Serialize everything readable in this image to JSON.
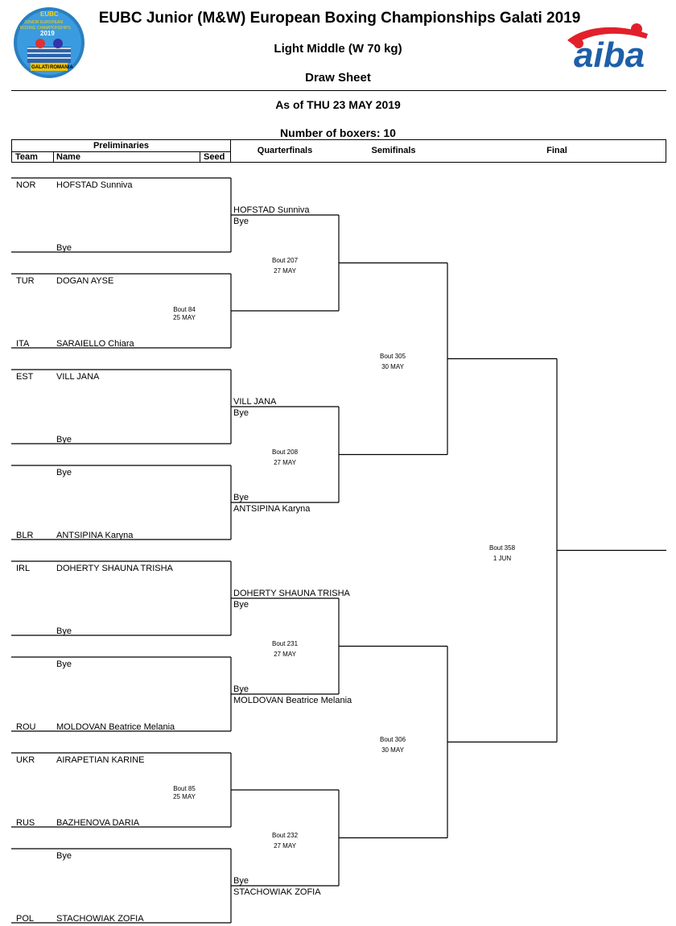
{
  "header": {
    "title": "EUBC Junior (M&W) European Boxing Championships Galati 2019",
    "category": "Light Middle (W 70 kg)",
    "sheet": "Draw Sheet",
    "as_of": "As of THU 23 MAY 2019",
    "boxers": "Number of boxers: 10",
    "logo_left_text": [
      "EUBC",
      "JUNIOR EUROPEAN",
      "BOXING CHAMPIONSHIPS",
      "2019",
      "GALATI",
      "ROMANIA"
    ],
    "logo_right_text": "aiba"
  },
  "columns": {
    "preliminaries": "Preliminaries",
    "team": "Team",
    "name": "Name",
    "seed": "Seed",
    "quarterfinals": "Quarterfinals",
    "semifinals": "Semifinals",
    "final": "Final"
  },
  "entries": [
    {
      "team": "NOR",
      "name": "HOFSTAD Sunniva"
    },
    {
      "team": "",
      "name": "Bye"
    },
    {
      "team": "TUR",
      "name": "DOGAN AYSE"
    },
    {
      "team": "ITA",
      "name": "SARAIELLO Chiara"
    },
    {
      "team": "EST",
      "name": "VILL JANA"
    },
    {
      "team": "",
      "name": "Bye"
    },
    {
      "team": "",
      "name": "Bye"
    },
    {
      "team": "BLR",
      "name": "ANTSIPINA Karyna"
    },
    {
      "team": "IRL",
      "name": "DOHERTY SHAUNA TRISHA"
    },
    {
      "team": "",
      "name": "Bye"
    },
    {
      "team": "",
      "name": "Bye"
    },
    {
      "team": "ROU",
      "name": "MOLDOVAN Beatrice Melania"
    },
    {
      "team": "UKR",
      "name": "AIRAPETIAN KARINE"
    },
    {
      "team": "RUS",
      "name": "BAZHENOVA DARIA"
    },
    {
      "team": "",
      "name": "Bye"
    },
    {
      "team": "POL",
      "name": "STACHOWIAK ZOFIA"
    }
  ],
  "prelim_bouts": [
    {
      "bout": "",
      "date": ""
    },
    {
      "bout": "Bout 84",
      "date": "25 MAY"
    },
    {
      "bout": "",
      "date": ""
    },
    {
      "bout": "",
      "date": ""
    },
    {
      "bout": "",
      "date": ""
    },
    {
      "bout": "",
      "date": ""
    },
    {
      "bout": "Bout 85",
      "date": "25 MAY"
    },
    {
      "bout": "",
      "date": ""
    }
  ],
  "quarterfinals": [
    {
      "top": "HOFSTAD Sunniva",
      "top_sub": "Bye",
      "bottom_sub": "",
      "bottom": "",
      "bout": "Bout 207",
      "date": "27 MAY"
    },
    {
      "top": "VILL JANA",
      "top_sub": "Bye",
      "bottom_sub": "Bye",
      "bottom": "ANTSIPINA Karyna",
      "bout": "Bout 208",
      "date": "27 MAY"
    },
    {
      "top": "DOHERTY SHAUNA TRISHA",
      "top_sub": "Bye",
      "bottom_sub": "Bye",
      "bottom": "MOLDOVAN Beatrice Melania",
      "bout": "Bout 231",
      "date": "27 MAY"
    },
    {
      "top": "",
      "top_sub": "",
      "bottom_sub": "Bye",
      "bottom": "STACHOWIAK ZOFIA",
      "bout": "Bout 232",
      "date": "27 MAY"
    }
  ],
  "semifinals": [
    {
      "bout": "Bout 305",
      "date": "30 MAY"
    },
    {
      "bout": "Bout 306",
      "date": "30 MAY"
    }
  ],
  "final": {
    "bout": "Bout 358",
    "date": "1 JUN"
  }
}
